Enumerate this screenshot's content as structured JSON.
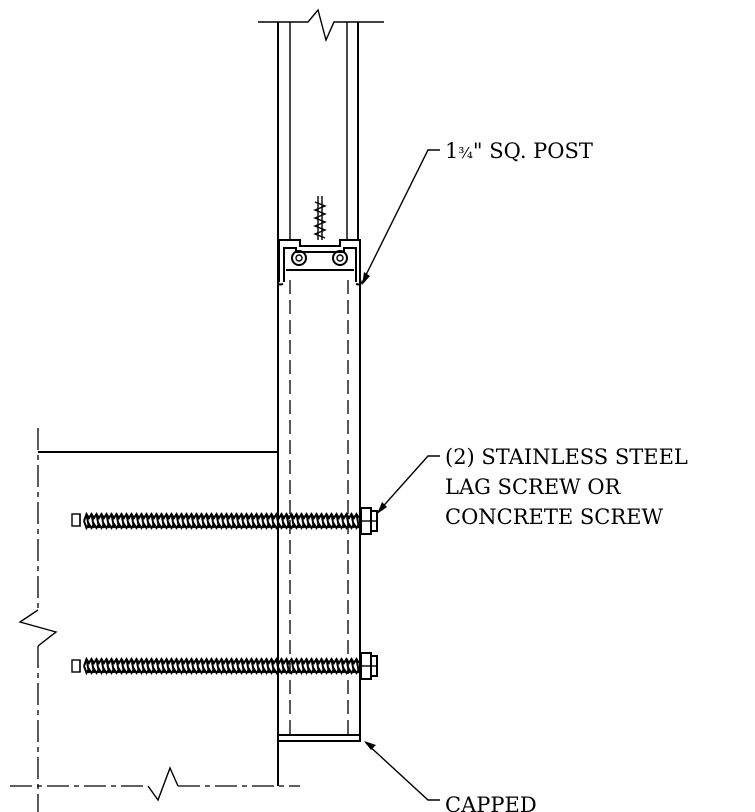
{
  "callouts": {
    "post": {
      "prefix": "1",
      "fraction": "¾",
      "rest": "\" SQ. POST"
    },
    "screws": {
      "line1": "(2) STAINLESS STEEL",
      "line2": "LAG SCREW OR",
      "line3": "CONCRETE SCREW"
    },
    "cap": {
      "line1": "CAPPED"
    }
  },
  "colors": {
    "line": "#000000",
    "background": "#ffffff"
  }
}
